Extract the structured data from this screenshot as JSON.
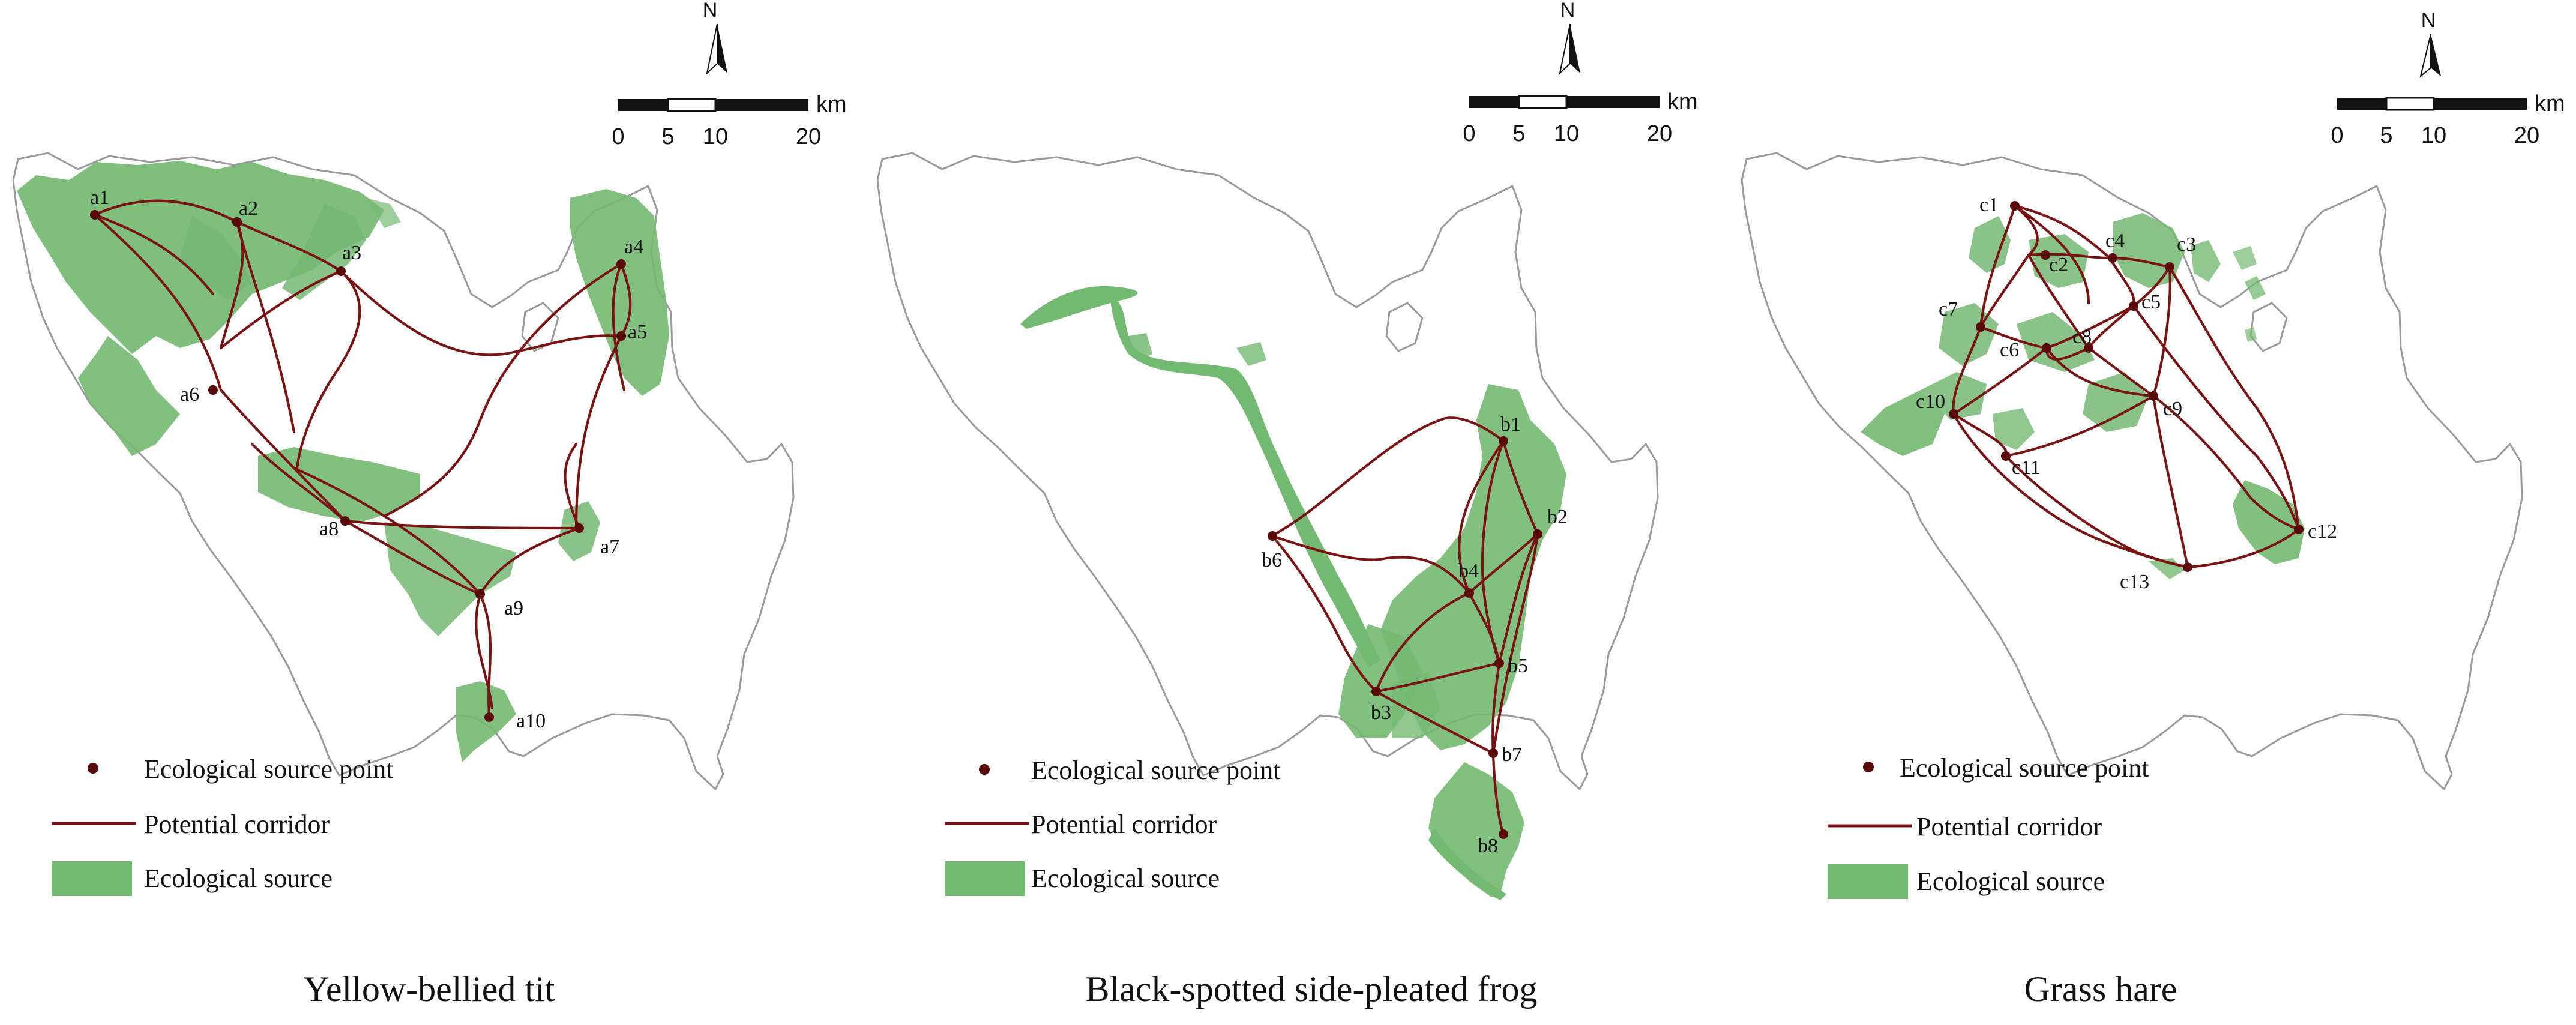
{
  "colors": {
    "ecological_source": "#74b972",
    "corridor": "#7a1414",
    "source_point": "#5a0a0a",
    "boundary": "#9a9a9a"
  },
  "north_label": "N",
  "scale_bar": {
    "unit": "km",
    "ticks": [
      "0",
      "5",
      "10",
      "20"
    ]
  },
  "legend": {
    "source_point": "Ecological source point",
    "corridor": "Potential corridor",
    "source": "Ecological source"
  },
  "panels": [
    {
      "caption": "Yellow-bellied tit",
      "points": [
        "a1",
        "a2",
        "a3",
        "a4",
        "a5",
        "a6",
        "a7",
        "a8",
        "a9",
        "a10"
      ]
    },
    {
      "caption": "Black-spotted side-pleated frog",
      "points": [
        "b1",
        "b2",
        "b3",
        "b4",
        "b5",
        "b6",
        "b7",
        "b8"
      ]
    },
    {
      "caption": "Grass hare",
      "points": [
        "c1",
        "c2",
        "c3",
        "c4",
        "c5",
        "c6",
        "c7",
        "c8",
        "c9",
        "c10",
        "c11",
        "c12",
        "c13"
      ]
    }
  ]
}
